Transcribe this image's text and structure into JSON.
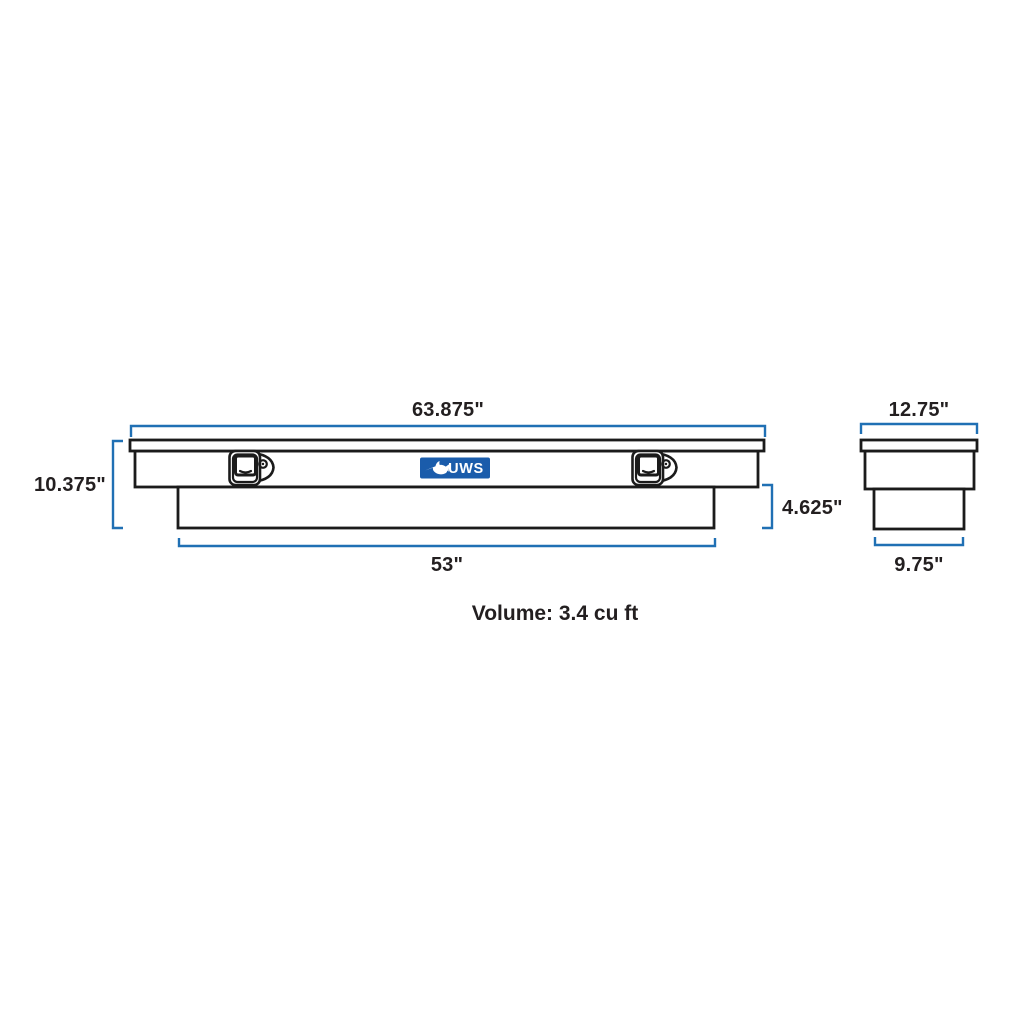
{
  "front_view": {
    "width_label": "63.875\"",
    "height_label": "10.375\"",
    "base_height_label": "4.625\"",
    "base_width_label": "53\""
  },
  "side_view": {
    "width_label": "12.75\"",
    "base_width_label": "9.75\""
  },
  "volume_label": "Volume: 3.4 cu ft",
  "logo": {
    "text": "UWS",
    "icon": "marlin-icon"
  },
  "colors": {
    "dimension_line": "#2070b4",
    "drawing_outline": "#1b1b1b",
    "logo_background": "#1a5cab",
    "logo_text": "#ffffff",
    "label_text": "#231f20",
    "background": "#ffffff"
  }
}
